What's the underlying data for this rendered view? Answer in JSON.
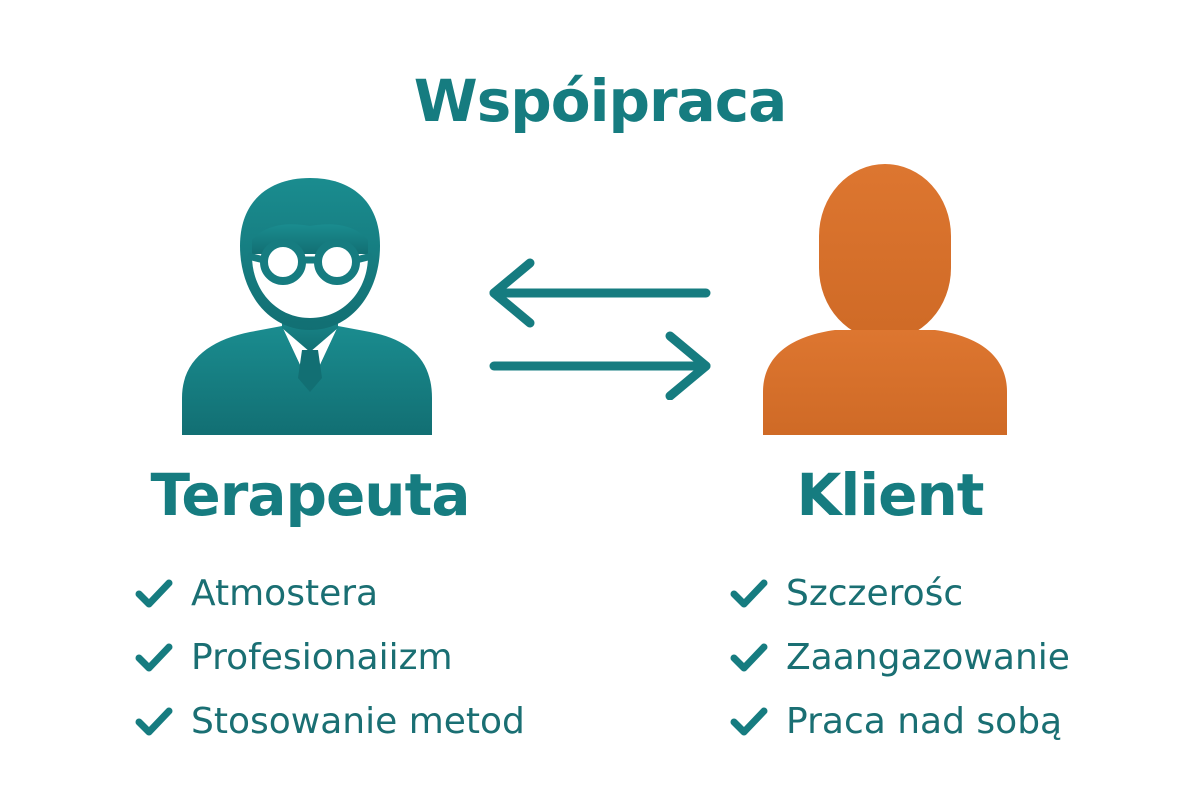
{
  "title": "Wspóipraca",
  "colors": {
    "teal": "#167c80",
    "orange": "#d8712b",
    "text": "#1a6f73"
  },
  "therapist": {
    "label": "Terapeuta",
    "icon": "therapist-with-glasses-icon",
    "items": [
      "Atmostera",
      "Profesionaiizm",
      "Stosowanie metod"
    ]
  },
  "client": {
    "label": "Klient",
    "icon": "client-person-icon",
    "items": [
      "Szczerośc",
      "Zaangazowanie",
      "Praca nad sobą"
    ]
  },
  "arrows": {
    "top": "arrow-left-icon",
    "bottom": "arrow-right-icon"
  },
  "check_icon": "checkmark-icon"
}
